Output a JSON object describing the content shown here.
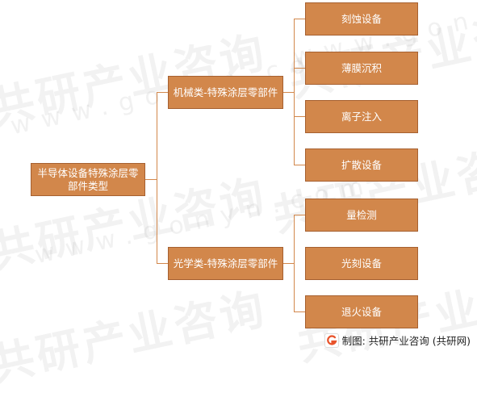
{
  "root": {
    "label": "半导体设备特殊涂层零部件类型"
  },
  "categories": [
    {
      "label": "机械类-特殊涂层零部件",
      "children": [
        "刻蚀设备",
        "薄膜沉积",
        "离子注入",
        "扩散设备"
      ]
    },
    {
      "label": "光学类-特殊涂层零部件",
      "children": [
        "量检测",
        "光刻设备",
        "退火设备"
      ]
    }
  ],
  "watermark": {
    "brand": "共研产业咨询",
    "url": "www.gonyn.com"
  },
  "footer": {
    "text": "制图: 共研产业咨询 (共研网)"
  },
  "colors": {
    "box": "#d2874b",
    "line": "#d2874b"
  },
  "icons": {
    "footer_logo": "gonyn-logo-icon"
  }
}
